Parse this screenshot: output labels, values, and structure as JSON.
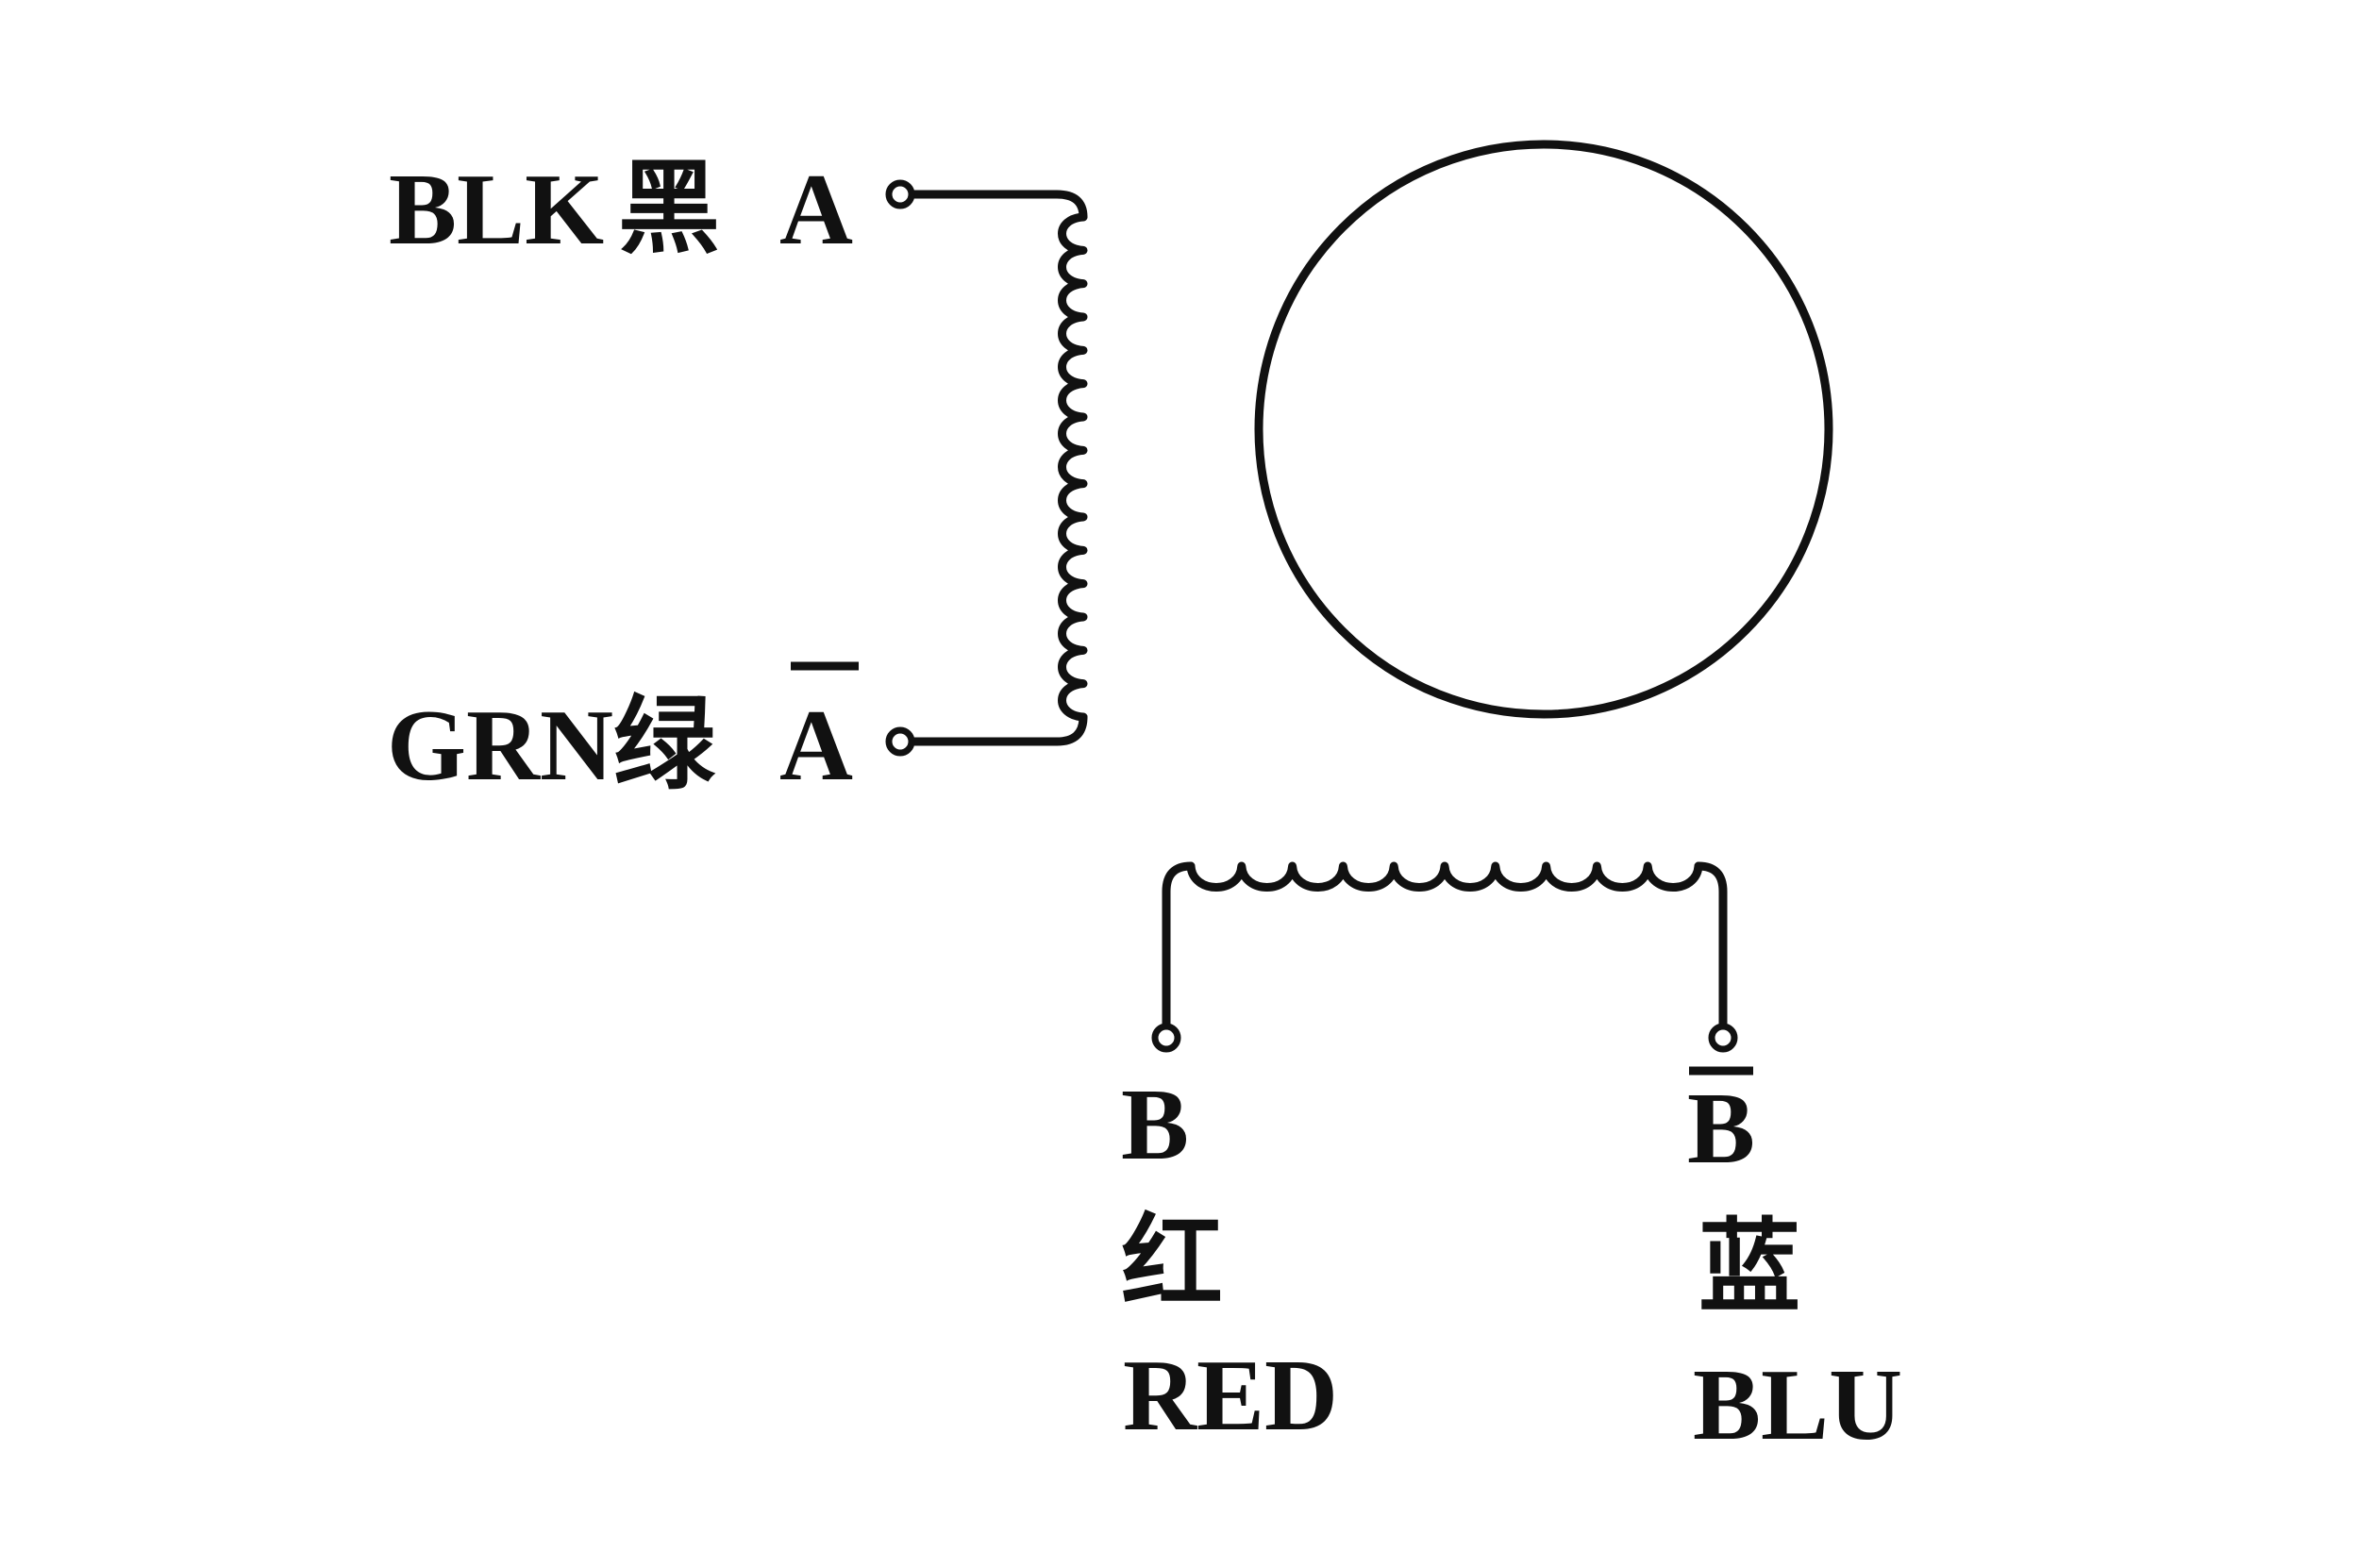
{
  "colors": {
    "ink": "#111111",
    "background": "#ffffff"
  },
  "coil_a": {
    "top_terminal": {
      "color_code": "BLK",
      "color_cn": "黑",
      "phase": "A"
    },
    "bottom_terminal": {
      "color_code": "GRN",
      "color_cn": "绿",
      "phase": "A"
    }
  },
  "coil_b": {
    "left_terminal": {
      "phase": "B",
      "color_cn": "红",
      "color_code": "RED"
    },
    "right_terminal": {
      "phase": "B",
      "color_cn": "蓝",
      "color_code": "BLU"
    }
  }
}
